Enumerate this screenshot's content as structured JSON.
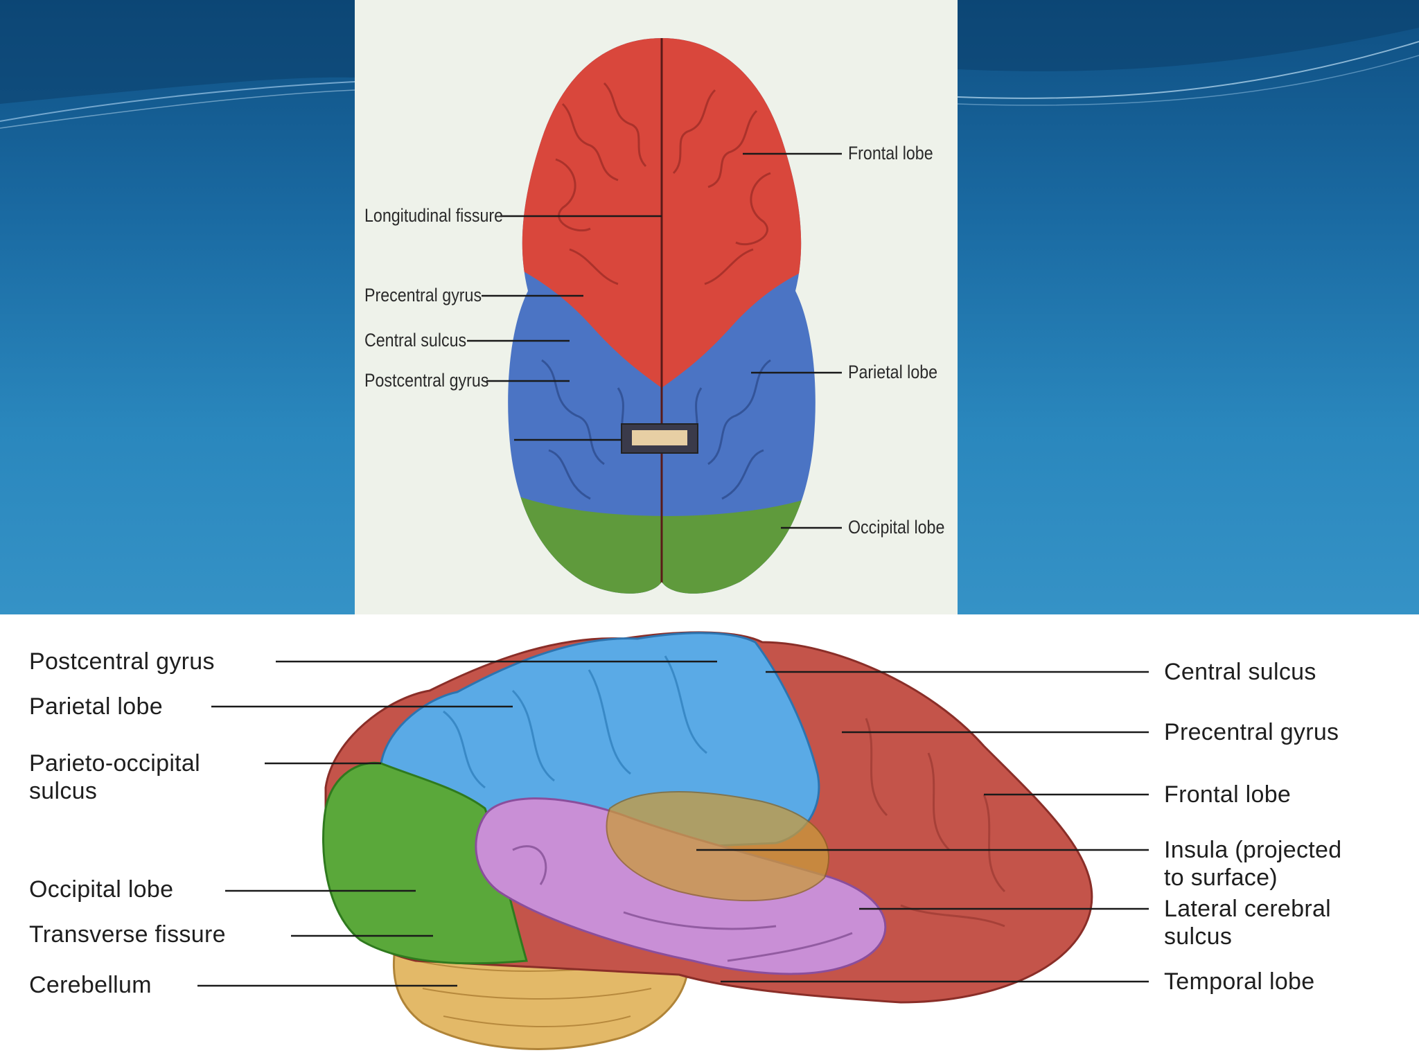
{
  "top_figure": {
    "labels": {
      "frontal_lobe": "Frontal lobe",
      "longitudinal_fissure": "Longitudinal fissure",
      "precentral_gyrus": "Precentral gyrus",
      "central_sulcus": "Central sulcus",
      "postcentral_gyrus": "Postcentral gyrus",
      "parietal_lobe": "Parietal lobe",
      "occipital_lobe": "Occipital lobe"
    },
    "colors": {
      "frontal": "#d9473c",
      "parietal": "#4b74c4",
      "occipital": "#5f9a3c",
      "panel_bg": "#eef2ea"
    }
  },
  "bottom_figure": {
    "labels_left": {
      "postcentral_gyrus": "Postcentral gyrus",
      "parietal_lobe": "Parietal lobe",
      "parieto_occipital_line1": "Parieto-occipital",
      "parieto_occipital_line2": "sulcus",
      "occipital_lobe": "Occipital lobe",
      "transverse_fissure": "Transverse fissure",
      "cerebellum": "Cerebellum"
    },
    "labels_right": {
      "central_sulcus": "Central sulcus",
      "precentral_gyrus": "Precentral gyrus",
      "frontal_lobe": "Frontal lobe",
      "insula_line1": "Insula (projected",
      "insula_line2": "to surface)",
      "lateral_line1": "Lateral cerebral",
      "lateral_line2": "sulcus",
      "temporal_lobe": "Temporal lobe"
    },
    "colors": {
      "parietal": "#5aaae6",
      "frontal": "#c4544a",
      "occipital": "#5aa83a",
      "temporal": "#c98fd6",
      "insula": "#c99a3c",
      "cerebellum": "#e3b968"
    }
  }
}
